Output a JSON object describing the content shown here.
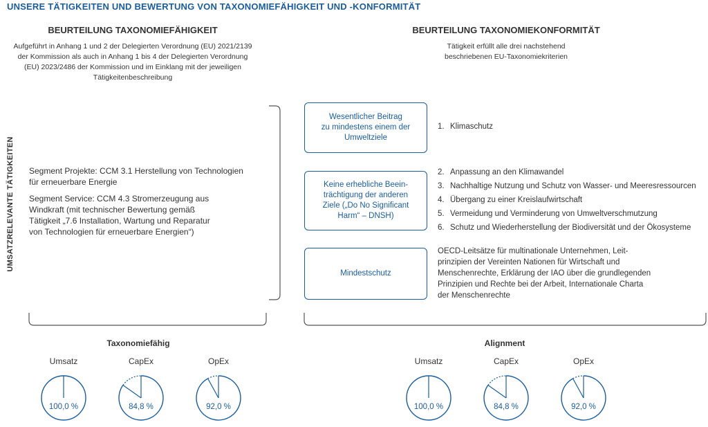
{
  "title": "UNSERE TÄTIGKEITEN UND BEWERTUNG VON TAXONOMIEFÄHIGKEIT UND -KONFORMITÄT",
  "left": {
    "heading": "BEURTEILUNG TAXONOMIEFÄHIGKEIT",
    "description_lines": [
      "Aufgeführt in Anhang 1 und 2 der Delegierten Verordnung (EU) 2021/2139",
      "der Kommission als auch in Anhang 1 bis 4 der Delegierten Verordnung",
      "(EU) 2023/2486 der Kommission und im Einklang mit der jeweiligen",
      "Tätigkeitenbeschreibung"
    ],
    "segment_projects_lines": [
      "Segment Projekte: CCM 3.1 Herstellung von Technologien",
      "für erneuerbare Energie"
    ],
    "segment_service_lines": [
      "Segment Service: CCM 4.3 Stromerzeugung aus",
      "Windkraft (mit technischer Bewertung gemäß",
      "Tätigkeit „7.6 Installation, Wartung und Reparatur",
      "von Technologien für erneuerbare Energien“)"
    ]
  },
  "vertical_label": "UMSATZRELEVANTE TÄTIGKEITEN",
  "right": {
    "heading": "BEURTEILUNG TAXONOMIEKONFORMITÄT",
    "description_lines": [
      "Tätigkeit erfüllt alle drei nachstehend",
      "beschriebenen EU-Taxonomiekriterien"
    ],
    "boxes": [
      {
        "lines": [
          "Wesentlicher Beitrag",
          "zu mindestens einem der",
          "Umweltziele"
        ]
      },
      {
        "lines": [
          "Keine erhebliche Beein-",
          "trächtigung der anderen",
          "Ziele („Do No Significant",
          "Harm“ – DNSH)"
        ]
      },
      {
        "lines": [
          "Mindestschutz"
        ]
      }
    ],
    "criteria": [
      {
        "num": "1.",
        "text": "Klimaschutz"
      },
      {
        "num": "2.",
        "text": "Anpassung an den Klimawandel"
      },
      {
        "num": "3.",
        "text": "Nachhaltige Nutzung und Schutz von Wasser- und Meeresressourcen"
      },
      {
        "num": "4.",
        "text": "Übergang zu einer Kreislaufwirtschaft"
      },
      {
        "num": "5.",
        "text": "Vermeidung und Verminderung von Umweltverschmutzung"
      },
      {
        "num": "6.",
        "text": "Schutz und Wiederherstellung der Biodiversität und der Ökosysteme"
      }
    ],
    "oecd_lines": [
      "OECD-Leitsätze für multinationale Unternehmen, Leit-",
      "prinzipien der Vereinten Nationen für Wirtschaft und",
      "Menschenrechte, Erklärung der IAO über die grundlegenden",
      "Prinzipien und Rechte bei der Arbeit, Internationale Charta",
      "der Menschenrechte"
    ]
  },
  "charts": {
    "groups": [
      {
        "title": "Taxonomiefähig",
        "items": [
          {
            "label": "Umsatz",
            "value": 100.0,
            "display": "100,0 %"
          },
          {
            "label": "CapEx",
            "value": 84.8,
            "display": "84,8 %"
          },
          {
            "label": "OpEx",
            "value": 92.0,
            "display": "92,0 %"
          }
        ]
      },
      {
        "title": "Alignment",
        "items": [
          {
            "label": "Umsatz",
            "value": 100.0,
            "display": "100,0 %"
          },
          {
            "label": "CapEx",
            "value": 84.8,
            "display": "84,8 %"
          },
          {
            "label": "OpEx",
            "value": 92.0,
            "display": "92,0 %"
          }
        ]
      }
    ]
  },
  "colors": {
    "accent": "#1a5d9e",
    "text": "#333333",
    "line": "#555555"
  }
}
